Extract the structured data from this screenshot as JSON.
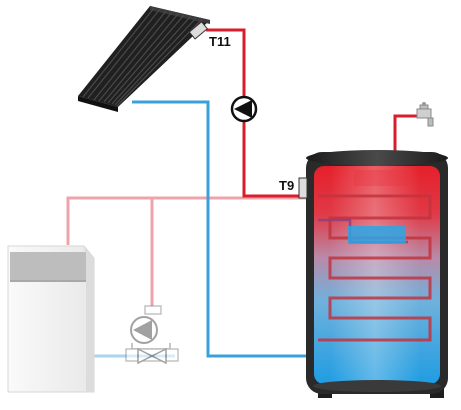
{
  "sensors": [
    {
      "id": "collector-sensor",
      "label": "T11"
    },
    {
      "id": "tank-sensor",
      "label": "T9"
    }
  ],
  "colors": {
    "hot_pipe": "#d81e2c",
    "cold_pipe": "#3aa0d8",
    "pink_pipe": "#eea3ab",
    "light_blue_pipe": "#a9d6ef",
    "collector": "#262626",
    "tank_body": "#2a2a2a",
    "boiler_panel": "#bdbdbd"
  },
  "icons": [
    "solar-collector-icon",
    "circulation-pump-icon",
    "water-tap-icon",
    "storage-tank-icon",
    "heating-boiler-icon",
    "pump-valve-group-icon"
  ]
}
